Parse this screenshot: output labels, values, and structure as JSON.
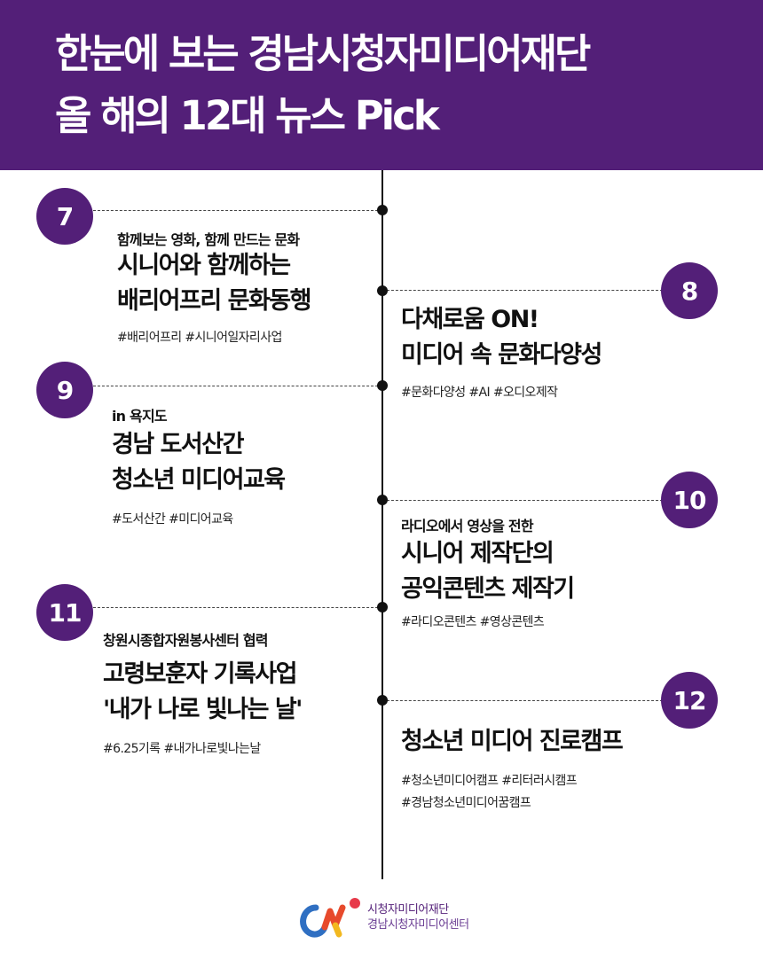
{
  "header": {
    "line1": "한눈에 보는 경남시청자미디어재단",
    "line2": "올 해의 12대 뉴스 Pick"
  },
  "colors": {
    "header_bg": "#531f78",
    "badge_bg": "#531f78"
  },
  "items": [
    {
      "number": "7",
      "subtitle": "함께보는 영화, 함께 만드는 문화",
      "title_lines": [
        "시니어와 함께하는",
        "배리어프리 문화동행"
      ],
      "tags": [
        "#배리어프리 #시니어일자리사업"
      ]
    },
    {
      "number": "8",
      "subtitle": "",
      "title_lines": [
        "다채로움 ON!",
        "미디어 속 문화다양성"
      ],
      "tags": [
        "#문화다양성 #AI #오디오제작"
      ]
    },
    {
      "number": "9",
      "subtitle": "in 욕지도",
      "title_lines": [
        "경남 도서산간",
        "청소년 미디어교육"
      ],
      "tags": [
        "#도서산간 #미디어교육"
      ]
    },
    {
      "number": "10",
      "subtitle": "라디오에서 영상을 전한",
      "title_lines": [
        "시니어 제작단의",
        "공익콘텐츠 제작기"
      ],
      "tags": [
        "#라디오콘텐츠 #영상콘텐츠"
      ]
    },
    {
      "number": "11",
      "subtitle": "창원시종합자원봉사센터 협력",
      "title_lines": [
        "고령보훈자 기록사업",
        "'내가 나로 빛나는 날'"
      ],
      "tags": [
        "#6.25기록 #내가나로빛나는날"
      ]
    },
    {
      "number": "12",
      "subtitle": "",
      "title_lines": [
        "청소년 미디어 진로캠프"
      ],
      "tags": [
        "#청소년미디어캠프 #리터러시캠프",
        "#경남청소년미디어꿈캠프"
      ]
    }
  ],
  "logo": {
    "line1": "시청자미디어재단",
    "line2": "경남시청자미디어센터"
  }
}
